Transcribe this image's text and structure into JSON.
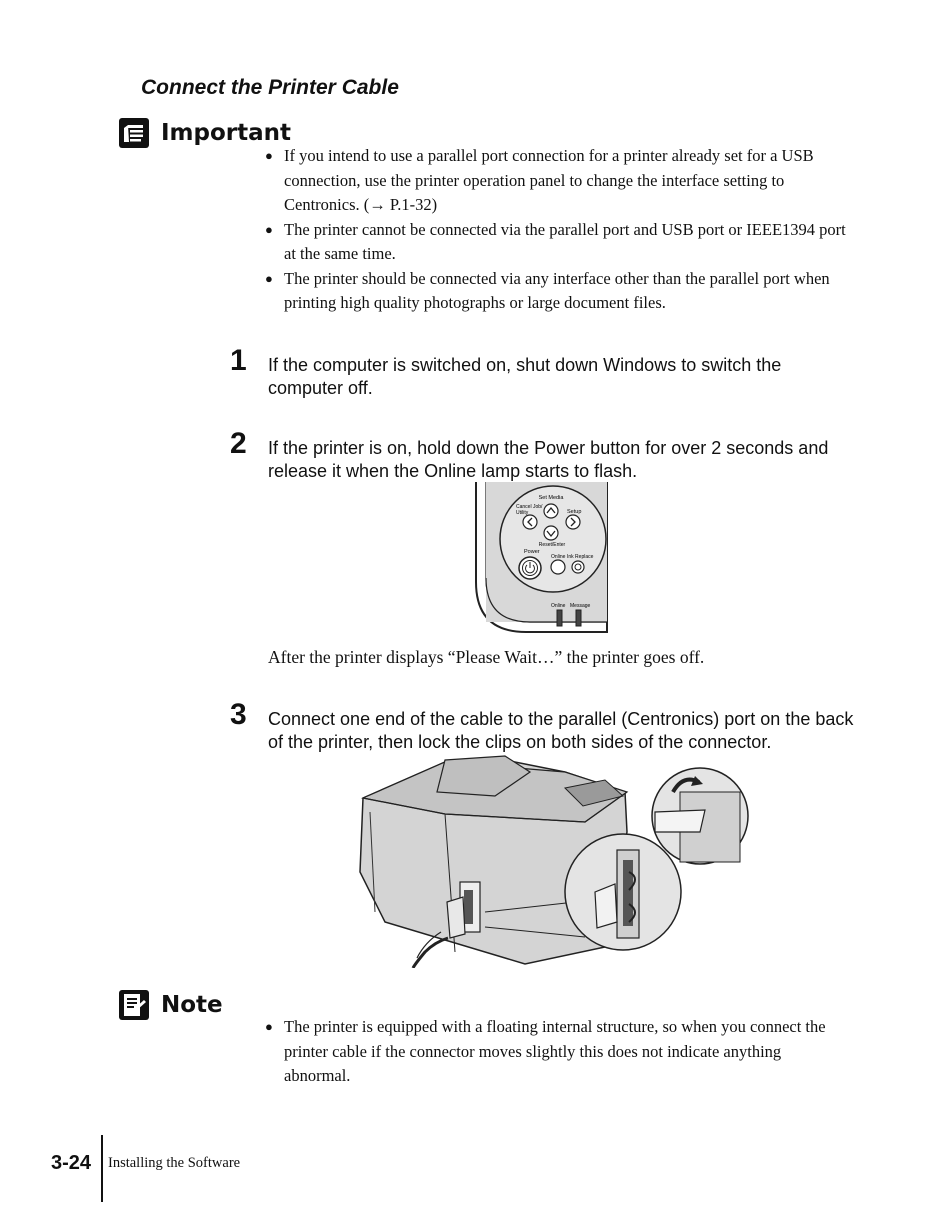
{
  "title": "Connect the Printer Cable",
  "important": {
    "heading": "Important",
    "items": [
      "If you intend to use a parallel port connection for a printer already set for a USB connection, use the printer operation panel to change the interface setting to Centronics. (→ P.1-32)",
      "The printer cannot be connected via the parallel port and USB port or IEEE1394 port at the same time.",
      "The printer should be connected via any interface other than the parallel port when printing high quality photographs or large document files."
    ]
  },
  "steps": [
    {
      "num": "1",
      "text": "If the computer is switched on, shut down Windows to switch the computer off."
    },
    {
      "num": "2",
      "text": "If the printer is on, hold down the Power button for over 2 seconds and release it when the Online lamp starts to flash."
    },
    {
      "num": "3",
      "text": "Connect one end of the cable to the parallel (Centronics) port on the back of the printer, then lock the clips on both sides of the connector."
    }
  ],
  "panel": {
    "set_media": "Set Media",
    "cancel_job": "Cancel Job/",
    "utility": "Utility",
    "setup": "Setup",
    "reset_enter": "Reset/Enter",
    "power": "Power",
    "online": "Online",
    "ink_replace": "Ink Replace",
    "lamp_online": "Online",
    "lamp_message": "Message"
  },
  "after_text": "After the printer displays “Please Wait…” the printer goes off.",
  "note": {
    "heading": "Note",
    "items": [
      "The printer is equipped with a floating internal structure, so when you connect the printer cable if the connector moves slightly this does not indicate anything abnormal."
    ]
  },
  "footer": {
    "page": "3-24",
    "section": "Installing the Software"
  }
}
